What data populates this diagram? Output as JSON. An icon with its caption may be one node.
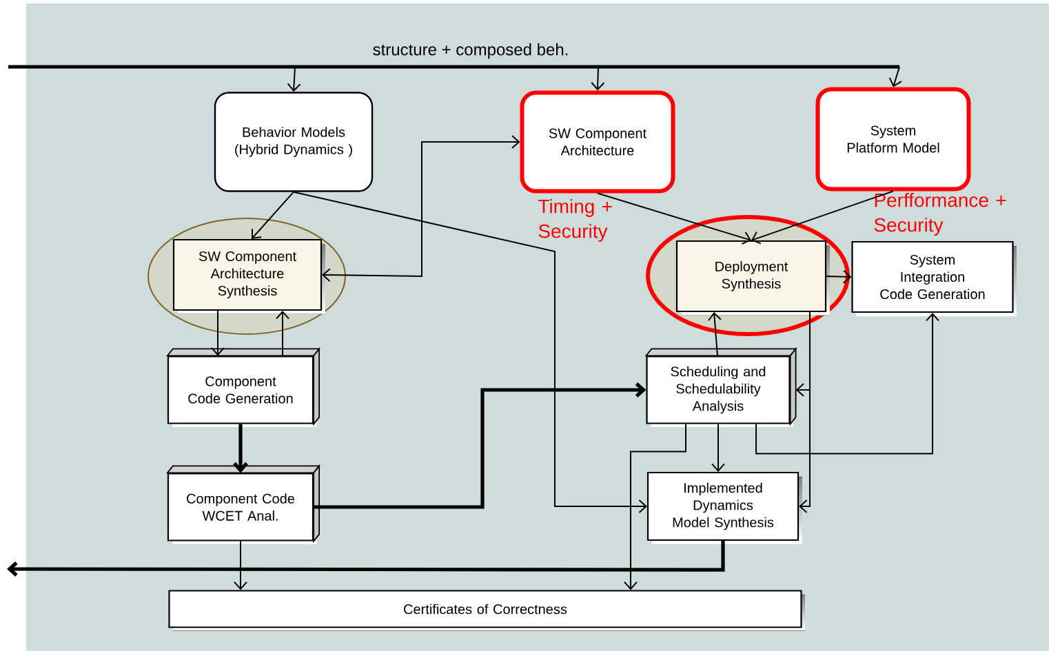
{
  "diagram": {
    "nodes": [
      {
        "text": [
          "Behavior Models (Hybrid Dynamics )"
        ]
      },
      {
        "text": [
          "SW Component Architecture"
        ],
        "beside": [
          "Timing + Security"
        ]
      },
      {
        "text": [
          "System Platform Model"
        ],
        "beside": [
          "Perfformance + Security"
        ]
      },
      {
        "text": [],
        "shape": "ellipse"
      },
      {
        "text": [
          "SW Component Architecture Synthesis"
        ],
        "in": 3
      },
      {
        "text": [],
        "shape": "ellipse"
      },
      {
        "text": [
          "Deployment Synthesis"
        ],
        "in": 5
      },
      {
        "text": [
          "System Integration Code Generation"
        ]
      },
      {
        "text": [
          "Component Code Generation"
        ]
      },
      {
        "text": [
          "Component Code WCET Anal."
        ]
      },
      {
        "text": [
          "Scheduling and Schedulability Analysis"
        ]
      },
      {
        "text": [
          "Implemented Dynamics Model Synthesis"
        ]
      },
      {
        "text": [
          "Certificates of Correctness"
        ]
      }
    ],
    "edges": [
      {
        "from": null,
        "to": 0,
        "arrow": "to"
      },
      {
        "from": null,
        "to": 1,
        "arrow": "to"
      },
      {
        "from": null,
        "to": 2,
        "arrow": "to"
      },
      {
        "from": 0,
        "to": 4,
        "arrow": "to"
      },
      {
        "from": 0,
        "to": 11,
        "arrow": "to"
      },
      {
        "from": 4,
        "to": 1,
        "arrow": "both"
      },
      {
        "from": 4,
        "to": 8,
        "arrow": "to"
      },
      {
        "from": 8,
        "to": 4,
        "arrow": "to"
      },
      {
        "from": 1,
        "to": 6,
        "arrow": "to"
      },
      {
        "from": 2,
        "to": 6,
        "arrow": "to"
      },
      {
        "from": 6,
        "to": 7,
        "arrow": "to"
      },
      {
        "from": 10,
        "to": 6,
        "arrow": "to"
      },
      {
        "from": 6,
        "to": 10,
        "arrow": "to"
      },
      {
        "from": 6,
        "to": 11,
        "arrow": "to"
      },
      {
        "from": 8,
        "to": 9,
        "arrow": "to",
        "style": "thick"
      },
      {
        "from": 9,
        "to": 10,
        "arrow": "to",
        "style": "thick"
      },
      {
        "from": 10,
        "to": 11,
        "arrow": "to"
      },
      {
        "from": 10,
        "to": 7,
        "arrow": "to"
      },
      {
        "from": 10,
        "to": 12,
        "arrow": "to"
      },
      {
        "from": 9,
        "to": 12,
        "arrow": "to"
      },
      {
        "from": 11,
        "to": null,
        "arrow": "to",
        "style": "thick"
      }
    ],
    "labels": [
      "structure + composed beh."
    ]
  }
}
